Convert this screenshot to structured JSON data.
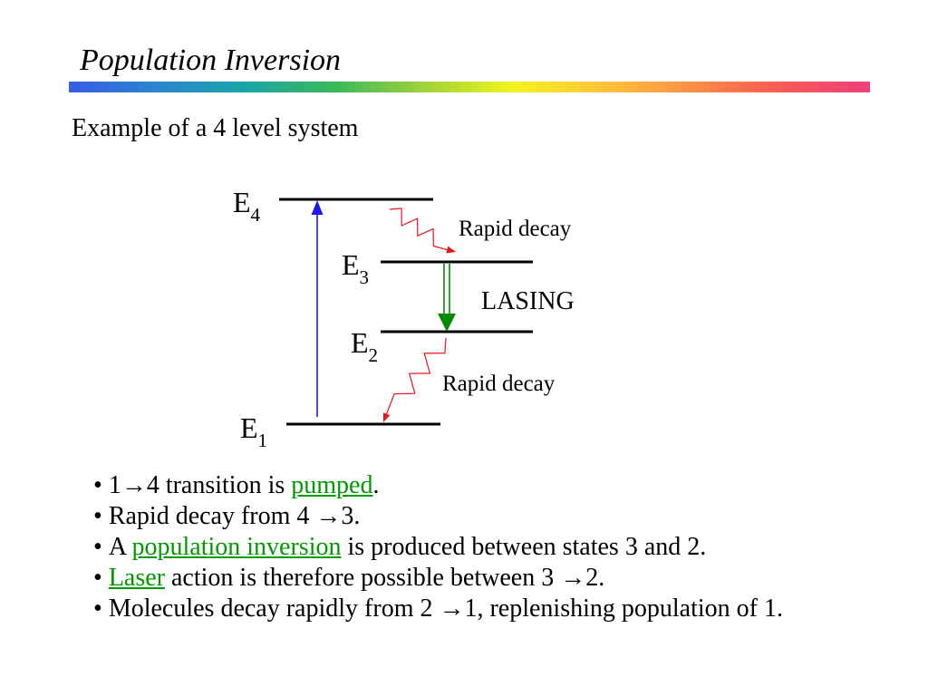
{
  "slide": {
    "title": "Population Inversion",
    "intro_text": "Example of a 4 level system"
  },
  "colors": {
    "title_bar_gradient": [
      "#3a5ce8",
      "#2a86d0",
      "#1aa5a5",
      "#3cb95a",
      "#9fd33a",
      "#f3f31e",
      "#ffc43c",
      "#ff8f44",
      "#ff5a55",
      "#ef3f7c"
    ],
    "level_line": "#000000",
    "pump_arrow": "#1a1aee",
    "lasing_arrow": "#008a00",
    "decay_arrow": "#e8141c",
    "link": "#009a00",
    "text": "#000000"
  },
  "diagram": {
    "levels": [
      {
        "symbol": "E",
        "subscript": "4"
      },
      {
        "symbol": "E",
        "subscript": "3"
      },
      {
        "symbol": "E",
        "subscript": "2"
      },
      {
        "symbol": "E",
        "subscript": "1"
      }
    ],
    "labels": {
      "decay_upper": "Rapid decay",
      "lasing": "LASING",
      "decay_lower": "Rapid decay"
    }
  },
  "bullet_glyph": "•",
  "bullets": [
    {
      "segments": [
        {
          "text": "1→4 transition is "
        },
        {
          "text": "pumped",
          "link": true
        },
        {
          "text": "."
        }
      ]
    },
    {
      "segments": [
        {
          "text": "Rapid decay from 4 →3."
        }
      ]
    },
    {
      "segments": [
        {
          "text": "A "
        },
        {
          "text": "population inversion",
          "link": true
        },
        {
          "text": " is produced between states 3 and 2."
        }
      ]
    },
    {
      "segments": [
        {
          "text": "Laser",
          "link": true
        },
        {
          "text": " action is therefore possible between 3 →2."
        }
      ]
    },
    {
      "segments": [
        {
          "text": "Molecules decay rapidly from 2 →1, replenishing population of 1."
        }
      ]
    }
  ]
}
